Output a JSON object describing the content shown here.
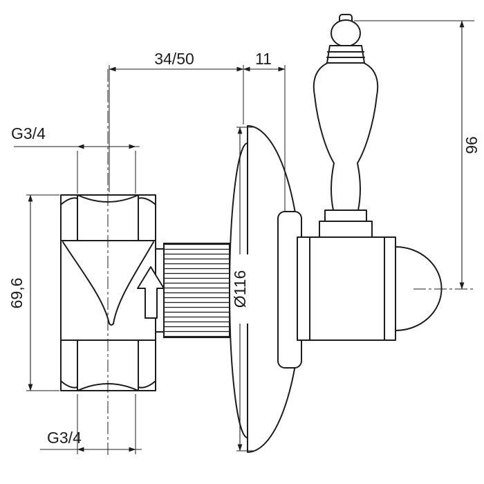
{
  "page": {
    "background": "#ffffff"
  },
  "drawing": {
    "name": "concealed-stop-valve-with-lever-handle-dimension-drawing",
    "line_color": "#1c1c1c",
    "labels": {
      "depth_range": "34/50",
      "plate_offset": "11",
      "thread_top": "G3/4",
      "thread_bottom": "G3/4",
      "body_height": "69,6",
      "handle_height": "96",
      "plate_diameter": "Ø116"
    },
    "icons": {
      "flow_direction": "up-arrow"
    }
  }
}
